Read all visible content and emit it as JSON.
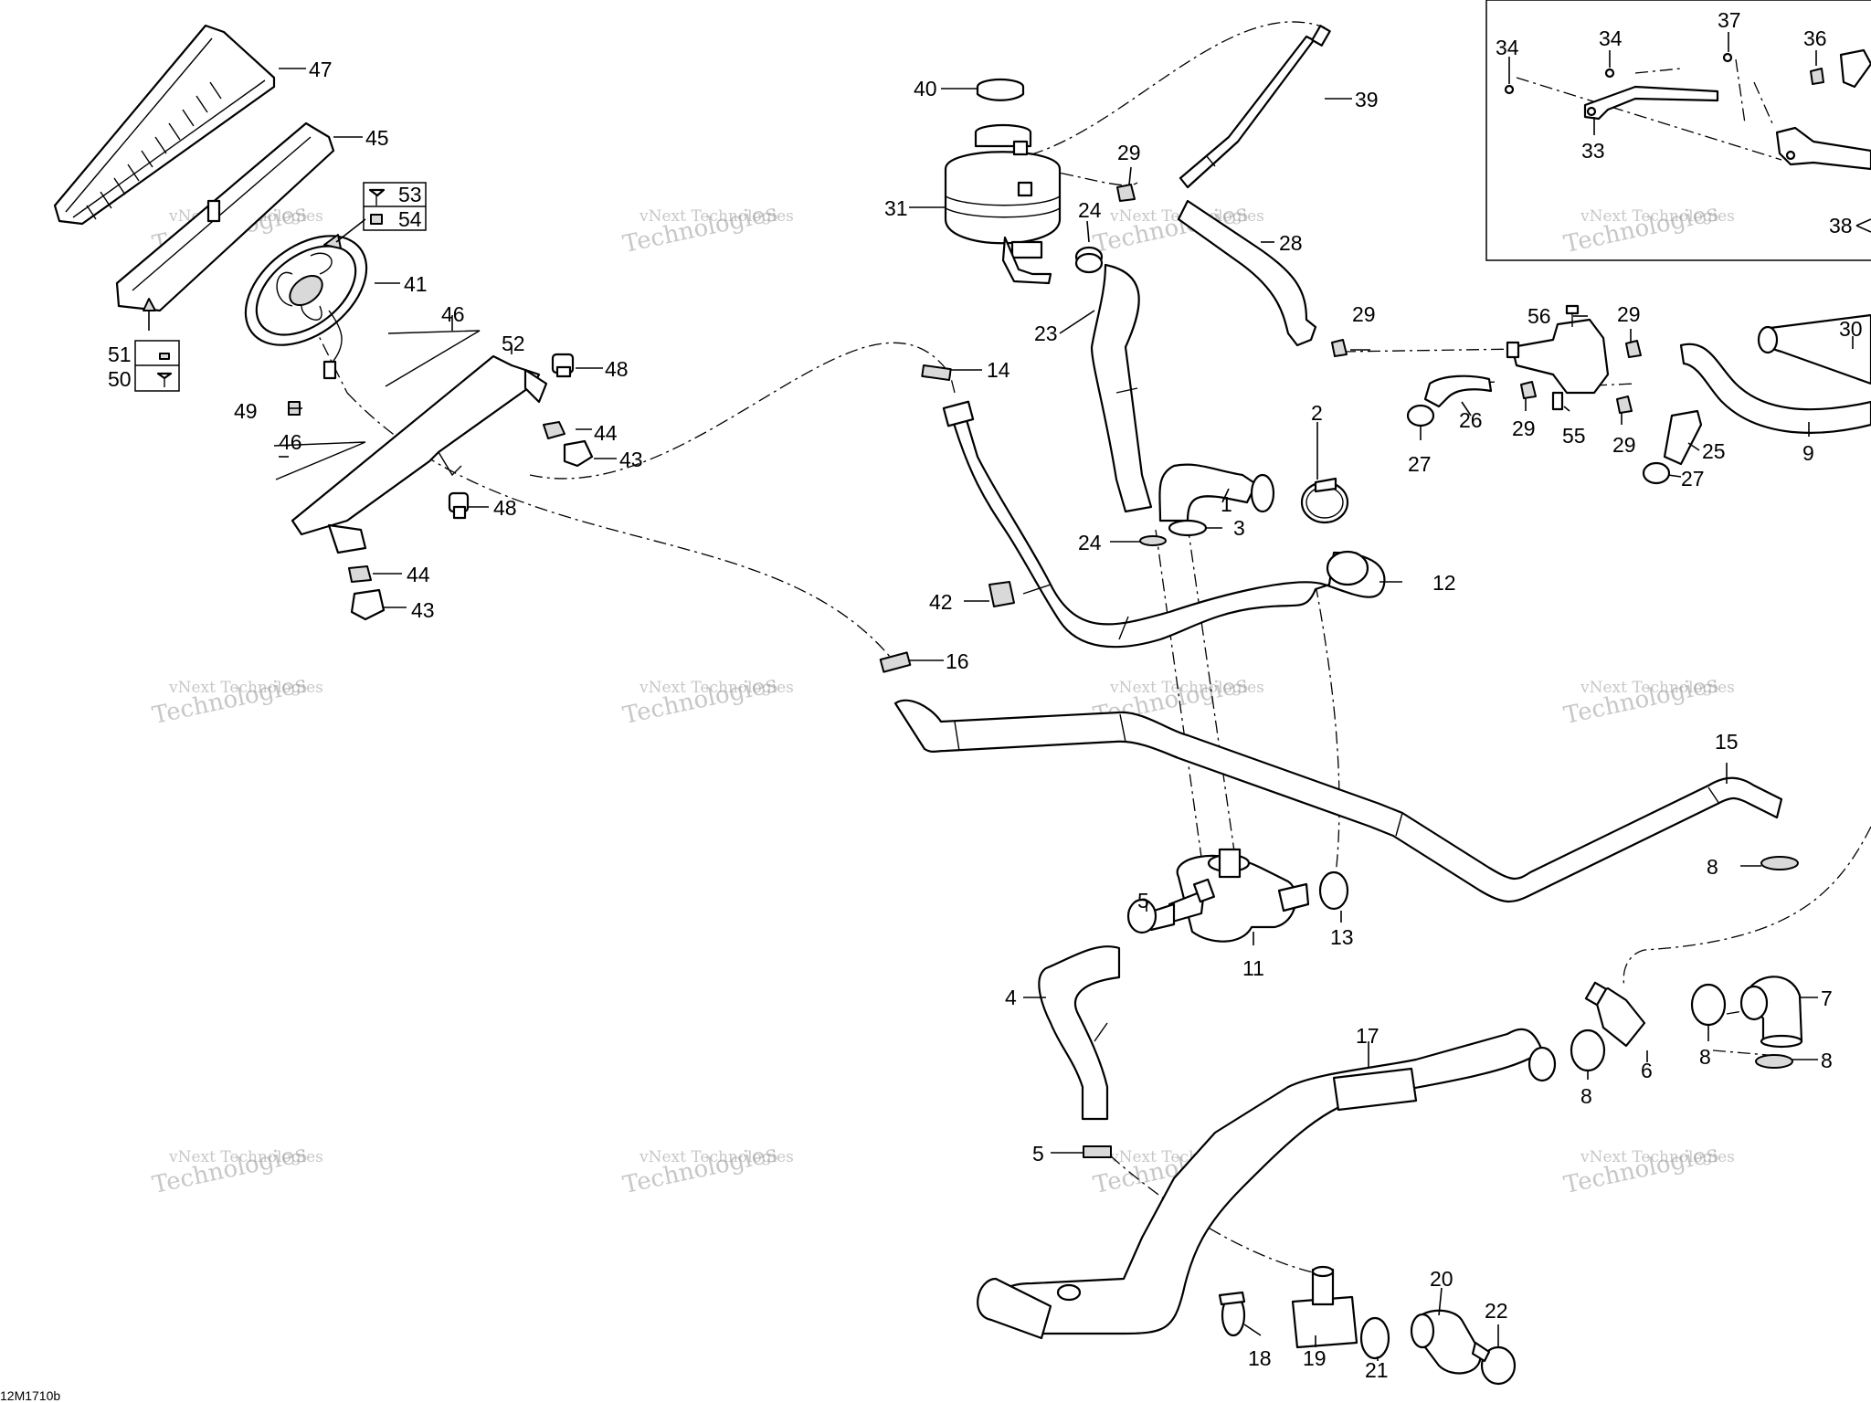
{
  "diagram": {
    "reference": "12M1710b",
    "watermark_line1": "vNext Technologies",
    "watermark_line2": "Technologies",
    "callouts": {
      "c1": "1",
      "c2": "2",
      "c3": "3",
      "c4": "4",
      "c5a": "5",
      "c5b": "5",
      "c6": "6",
      "c7": "7",
      "c8a": "8",
      "c8b": "8",
      "c8c": "8",
      "c9": "9",
      "c11": "11",
      "c12": "12",
      "c13": "13",
      "c14": "14",
      "c15": "15",
      "c16": "16",
      "c17": "17",
      "c18": "18",
      "c19": "19",
      "c20": "20",
      "c21": "21",
      "c22": "22",
      "c23": "23",
      "c24a": "24",
      "c24b": "24",
      "c25": "25",
      "c26": "26",
      "c27a": "27",
      "c27b": "27",
      "c28": "28",
      "c29a": "29",
      "c29b": "29",
      "c29c": "29",
      "c29d": "29",
      "c29e": "29",
      "c30": "30",
      "c31": "31",
      "c33": "33",
      "c34a": "34",
      "c34b": "34",
      "c36": "36",
      "c37": "37",
      "c38": "38",
      "c39": "39",
      "c40": "40",
      "c41": "41",
      "c42": "42",
      "c43a": "43",
      "c43b": "43",
      "c44a": "44",
      "c44b": "44",
      "c45": "45",
      "c46a": "46",
      "c46b": "46",
      "c47": "47",
      "c48a": "48",
      "c48b": "48",
      "c49": "49",
      "c50": "50",
      "c51": "51",
      "c52": "52",
      "c53": "53",
      "c54": "54",
      "c55": "55",
      "c56": "56"
    }
  }
}
